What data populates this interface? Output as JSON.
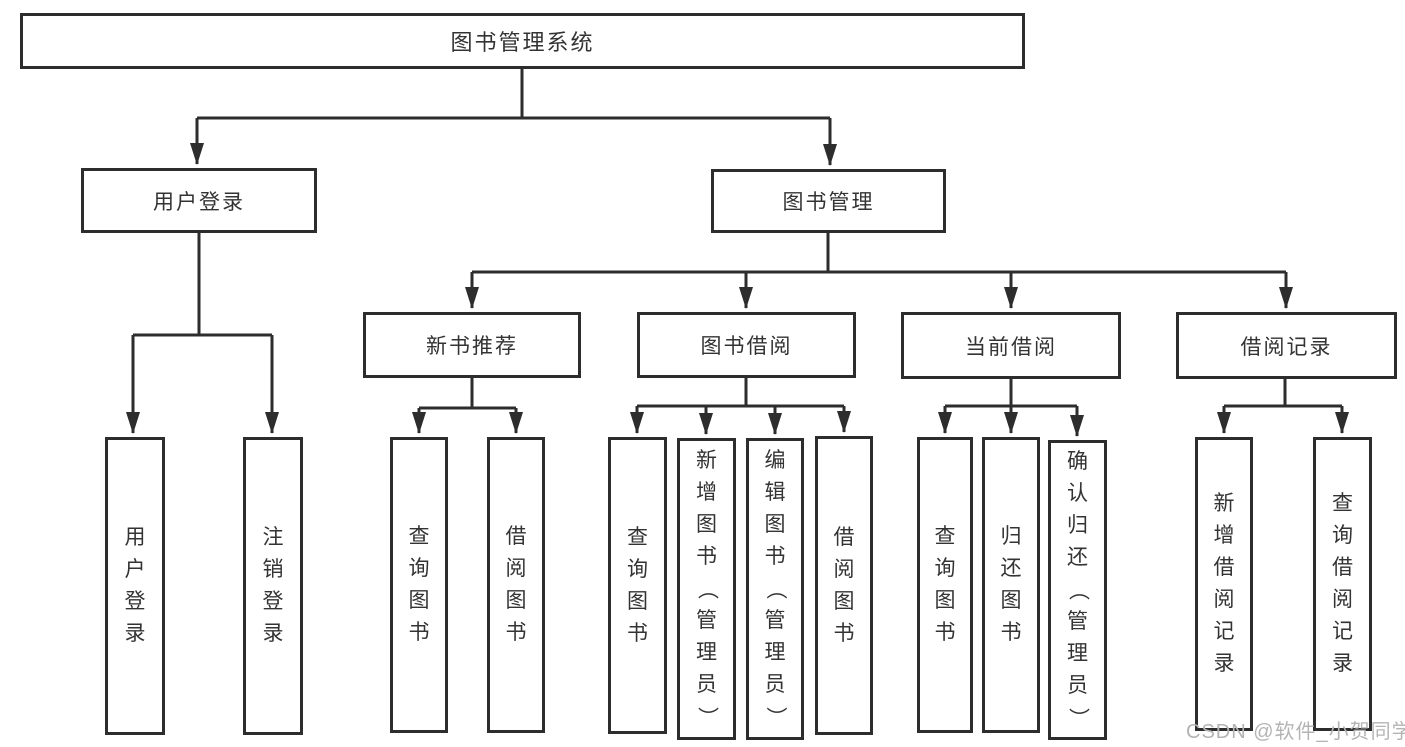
{
  "colors": {
    "line": "#2d2d2d",
    "box_border": "#2d2d2d",
    "text": "#333333",
    "background": "#ffffff",
    "watermark": "#b4b4b4"
  },
  "watermark": {
    "text": "CSDN @软件_小贺同学"
  },
  "tree": {
    "root": {
      "label": "图书管理系统"
    },
    "branches": [
      {
        "label": "用户登录",
        "children": [
          {
            "label": "用户登录"
          },
          {
            "label": "注销登录"
          }
        ]
      },
      {
        "label": "图书管理",
        "children": [
          {
            "label": "新书推荐",
            "children": [
              {
                "label": "查询图书"
              },
              {
                "label": "借阅图书"
              }
            ]
          },
          {
            "label": "图书借阅",
            "children": [
              {
                "label": "查询图书"
              },
              {
                "label": "新增图书（管理员）"
              },
              {
                "label": "编辑图书（管理员）"
              },
              {
                "label": "借阅图书"
              }
            ]
          },
          {
            "label": "当前借阅",
            "children": [
              {
                "label": "查询图书"
              },
              {
                "label": "归还图书"
              },
              {
                "label": "确认归还（管理员）"
              }
            ]
          },
          {
            "label": "借阅记录",
            "children": [
              {
                "label": "新增借阅记录"
              },
              {
                "label": "查询借阅记录"
              }
            ]
          }
        ]
      }
    ]
  }
}
